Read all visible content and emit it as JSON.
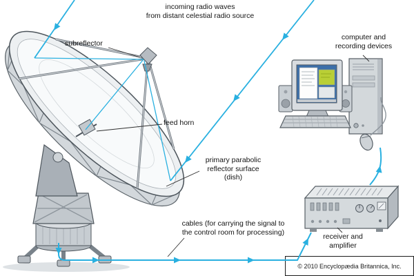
{
  "diagram": {
    "subject": "radio telescope signal path"
  },
  "colors": {
    "signal_arrow": "#29b0e0",
    "outline": "#4d555c",
    "metal_light": "#edf0f2",
    "metal_mid": "#c7cdd2",
    "metal_dark": "#9aa2a9",
    "screen_blue": "#3c6fa9",
    "screen_green": "#b9cf35",
    "label_text": "#141414"
  },
  "labels": {
    "incoming_line1": "incoming radio waves",
    "incoming_line2": "from distant celestial radio source",
    "subreflector": "subreflector",
    "feed_horn": "feed horn",
    "primary_line1": "primary parabolic",
    "primary_line2": "reflector surface",
    "primary_line3": "(dish)",
    "cables_line1": "cables (for carrying the signal to",
    "cables_line2": "the control room for processing)",
    "computer_line1": "computer and",
    "computer_line2": "recording devices",
    "receiver_line1": "receiver and",
    "receiver_line2": "amplifier"
  },
  "footer": {
    "copyright": "© 2010 Encyclopædia Britannica, Inc."
  }
}
